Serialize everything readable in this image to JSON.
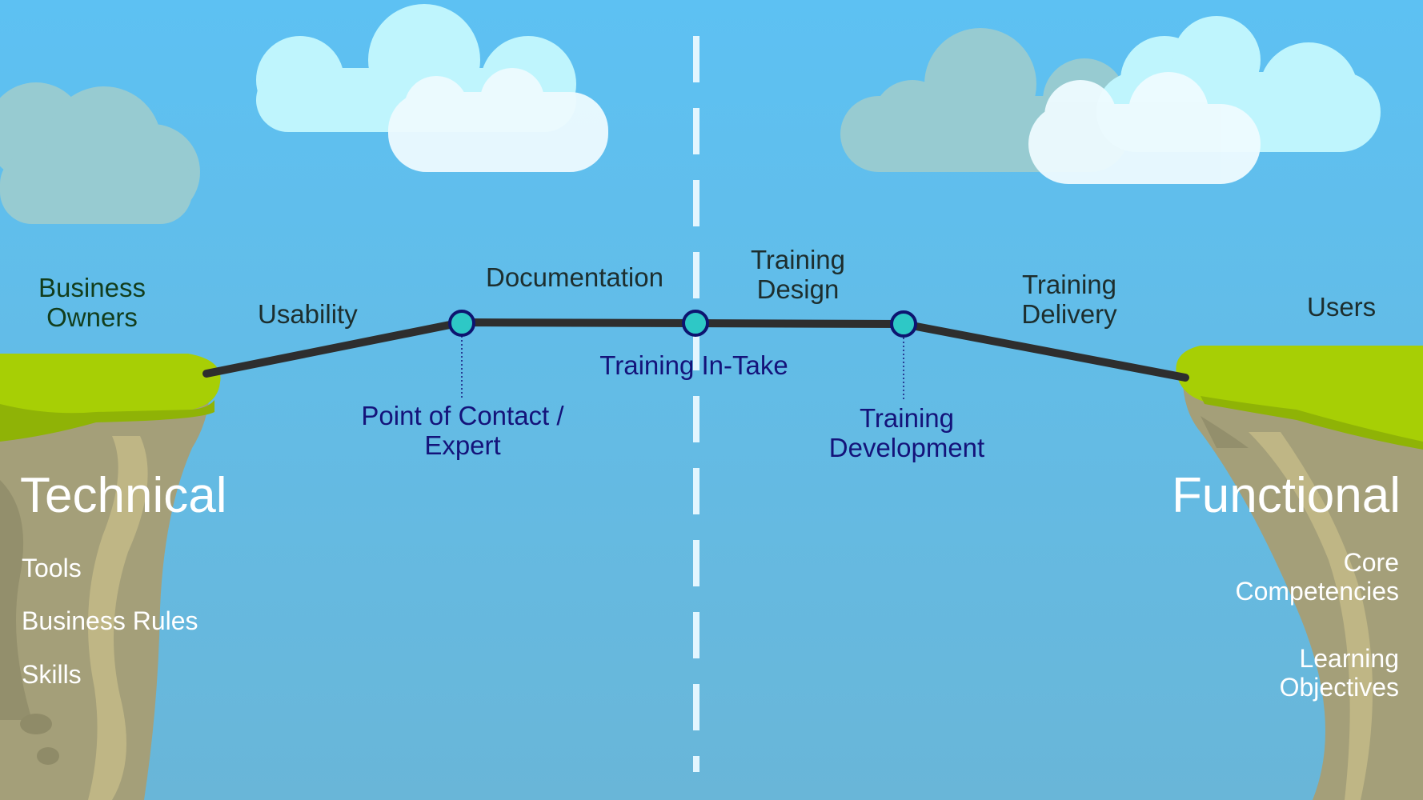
{
  "colors": {
    "sky_top": "#5dc1f3",
    "sky_bottom": "#69b6d8",
    "grass": "#a7cf05",
    "rock": "#a49f79",
    "rope": "#2e2e2e",
    "node_fill": "#2ec8c6",
    "node_stroke": "#0d1470",
    "divider": "#e3f6ff"
  },
  "labels": {
    "business_owners": "Business\nOwners",
    "usability": "Usability",
    "documentation": "Documentation",
    "training_design": "Training\nDesign",
    "training_delivery": "Training\nDelivery",
    "users": "Users",
    "training_intake": "Training In-Take",
    "point_of_contact": "Point of Contact /\nExpert",
    "training_development": "Training\nDevelopment"
  },
  "left_side": {
    "title": "Technical",
    "items": [
      "Tools",
      "Business Rules",
      "Skills"
    ]
  },
  "right_side": {
    "title": "Functional",
    "items": [
      "Core\nCompetencies",
      "Learning\nObjectives"
    ]
  }
}
